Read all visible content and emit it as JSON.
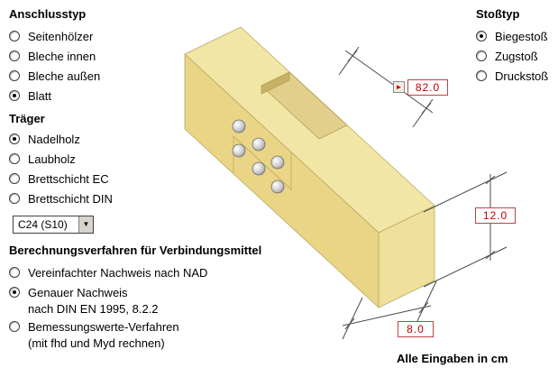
{
  "accent_red": "#c00000",
  "icons": {
    "dropdown_arrow": "▼",
    "dim_marker": "►"
  },
  "anschlusstyp": {
    "heading": "Anschlusstyp",
    "options": [
      {
        "label": "Seitenhölzer",
        "checked": false
      },
      {
        "label": "Bleche innen",
        "checked": false
      },
      {
        "label": "Bleche außen",
        "checked": false
      },
      {
        "label": "Blatt",
        "checked": true
      }
    ]
  },
  "traeger": {
    "heading": "Träger",
    "options": [
      {
        "label": "Nadelholz",
        "checked": true
      },
      {
        "label": "Laubholz",
        "checked": false
      },
      {
        "label": "Brettschicht EC",
        "checked": false
      },
      {
        "label": "Brettschicht DIN",
        "checked": false
      }
    ],
    "material_value": "C24 (S10)"
  },
  "berechnung": {
    "heading": "Berechnungsverfahren für Verbindungsmittel",
    "options": [
      {
        "label": "Vereinfachter Nachweis nach NAD",
        "sublabel": "",
        "checked": false
      },
      {
        "label": "Genauer Nachweis",
        "sublabel": "nach DIN EN 1995, 8.2.2",
        "checked": true
      },
      {
        "label": "Bemessungswerte-Verfahren",
        "sublabel": "(mit fhd und Myd rechnen)",
        "checked": false
      }
    ]
  },
  "stosstyp": {
    "heading": "Stoßtyp",
    "options": [
      {
        "label": "Biegestoß",
        "checked": true
      },
      {
        "label": "Zugstoß",
        "checked": false
      },
      {
        "label": "Druckstoß",
        "checked": false
      }
    ]
  },
  "dims": {
    "length": "82.0",
    "height": "12.0",
    "end_distance": "8.0"
  },
  "note": "Alle Eingaben in cm"
}
